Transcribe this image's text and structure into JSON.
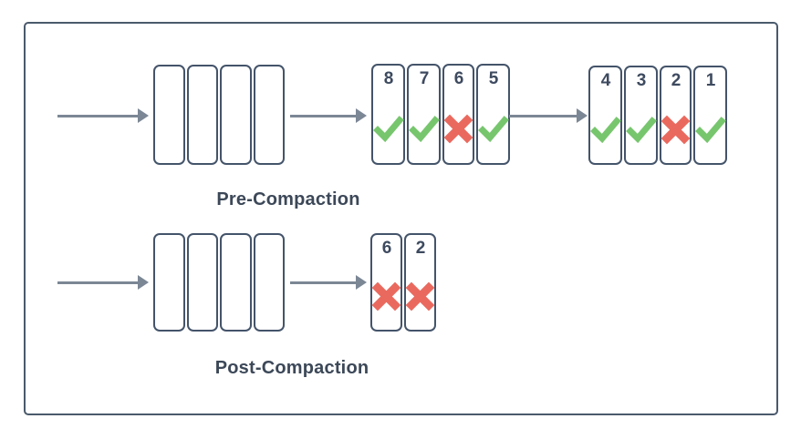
{
  "colors": {
    "background": "#ffffff",
    "frame_border": "#4A5A6C",
    "cell_border": "#44546A",
    "label_text": "#3C4858",
    "number_text": "#3D4A5F",
    "arrow": "#7C8795",
    "check": "#77C66E",
    "cross": "#EA695E"
  },
  "rows": [
    {
      "label": "Pre-Compaction",
      "empty_slot_count": 4,
      "segments": [
        {
          "cells": [
            {
              "label": "8",
              "mark": "check"
            },
            {
              "label": "7",
              "mark": "check"
            },
            {
              "label": "6",
              "mark": "cross"
            },
            {
              "label": "5",
              "mark": "check"
            }
          ]
        },
        {
          "cells": [
            {
              "label": "4",
              "mark": "check"
            },
            {
              "label": "3",
              "mark": "check"
            },
            {
              "label": "2",
              "mark": "cross"
            },
            {
              "label": "1",
              "mark": "check"
            }
          ]
        }
      ]
    },
    {
      "label": "Post-Compaction",
      "empty_slot_count": 4,
      "segments": [
        {
          "cells": [
            {
              "label": "6",
              "mark": "cross"
            },
            {
              "label": "2",
              "mark": "cross"
            }
          ]
        }
      ]
    }
  ]
}
